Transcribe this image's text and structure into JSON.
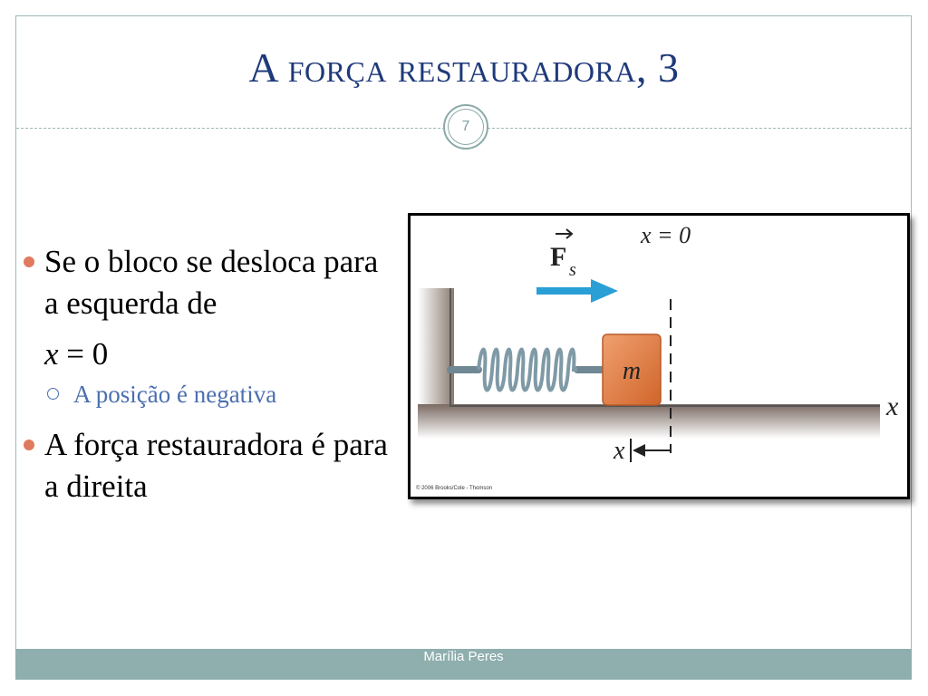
{
  "slide": {
    "title": "A força restauradora, 3",
    "page_number": "7",
    "footer": "Marília Peres"
  },
  "bullets": [
    {
      "text": "Se o bloco se desloca para a esquerda de"
    },
    {
      "text": "A força restauradora é para a direita"
    }
  ],
  "math_line": {
    "var": "x",
    "rest": " = 0"
  },
  "sub_bullet": {
    "text": "A posição é negativa"
  },
  "figure": {
    "force_label": "F",
    "force_subscript": "s",
    "origin_label": "x = 0",
    "mass_label": "m",
    "axis_label": "x",
    "displacement_label": "x",
    "copyright": "© 2006 Brooks/Cole - Thomson",
    "colors": {
      "arrow": "#2a9fd6",
      "block": "#e07a3a",
      "spring": "#7f9aa6"
    }
  }
}
